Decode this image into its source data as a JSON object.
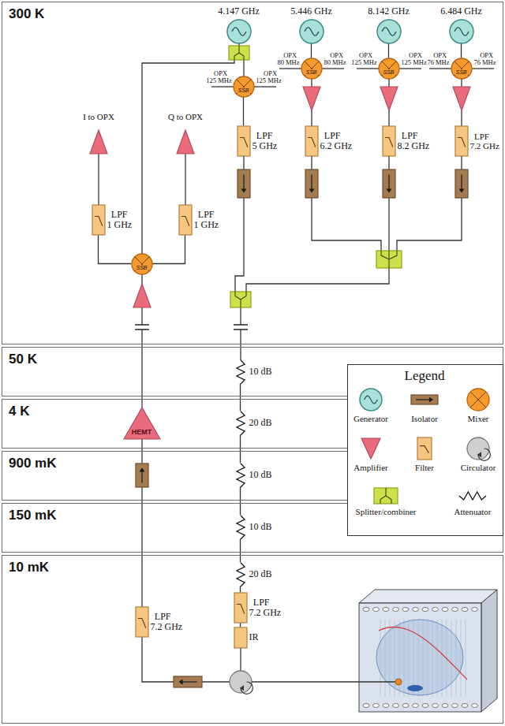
{
  "diagram": {
    "nodes": [
      {
        "text": [
          "300 K"
        ]
      },
      {
        "text": [
          "4.147 GHz"
        ],
        "in": 0
      },
      {
        "text": [
          "5.446 GHz"
        ],
        "in": 0
      },
      {
        "text": [
          "8.142 GHz"
        ],
        "in": 0
      },
      {
        "text": [
          "6.484 GHz"
        ],
        "in": 0
      },
      {
        "text": [
          "SSB"
        ],
        "in": 0
      },
      {
        "text": [
          "SSB"
        ],
        "in": 0
      },
      {
        "text": [
          "SSB"
        ],
        "in": 0
      },
      {
        "text": [
          "SSB"
        ],
        "in": 0
      },
      {
        "text": [
          "LPF 5 GHz"
        ],
        "in": 0
      },
      {
        "text": [
          "LPF 6.2 GHz"
        ],
        "in": 0
      },
      {
        "text": [
          "LPF 8.2 GHz"
        ],
        "in": 0
      },
      {
        "text": [
          "LPF 7.2 GHz"
        ],
        "in": 0
      },
      {
        "text": [
          "LPF 1 GHz"
        ],
        "in": 0
      },
      {
        "text": [
          "LPF 1 GHz"
        ],
        "in": 0
      },
      {
        "text": [
          "SSB"
        ],
        "in": 0
      },
      {
        "text": [
          "50 K"
        ]
      },
      {
        "text": [
          "10 dB"
        ],
        "in": 16
      },
      {
        "text": [
          "4 K"
        ]
      },
      {
        "text": [
          "20 dB"
        ],
        "in": 18
      },
      {
        "text": [
          "HEMT"
        ],
        "in": 18
      },
      {
        "text": [
          "900 mK"
        ]
      },
      {
        "text": [
          "10 dB"
        ],
        "in": 21
      },
      {
        "text": [
          "150 mK"
        ]
      },
      {
        "text": [
          "10 dB"
        ],
        "in": 23
      },
      {
        "text": [
          "10 mK"
        ]
      },
      {
        "text": [
          "20 dB"
        ],
        "in": 25
      },
      {
        "text": [
          "LPF 7.2 GHz"
        ],
        "in": 25
      },
      {
        "text": [
          "IR"
        ],
        "in": 25
      },
      {
        "text": [
          "LPF 7.2 GHz"
        ],
        "in": 25
      }
    ],
    "edges": [
      {
        "from": 2,
        "to": 5,
        "arrow": "none"
      },
      {
        "from": 3,
        "to": 6,
        "arrow": "none"
      },
      {
        "from": 4,
        "to": 7,
        "arrow": "none"
      },
      {
        "from": 8,
        "to": 9,
        "arrow": "none"
      },
      {
        "from": 15,
        "to": 13,
        "arrow": "none"
      },
      {
        "from": 15,
        "to": 14,
        "arrow": "none"
      },
      {
        "from": 17,
        "to": 19,
        "arrow": "none"
      },
      {
        "from": 19,
        "to": 22,
        "arrow": "none"
      },
      {
        "from": 22,
        "to": 24,
        "arrow": "none"
      },
      {
        "from": 24,
        "to": 26,
        "arrow": "none"
      },
      {
        "from": 26,
        "to": 27,
        "arrow": "none"
      },
      {
        "from": 27,
        "to": 28,
        "arrow": "none"
      }
    ],
    "labels": [
      "OPX 80 MHz",
      "OPX 80 MHz",
      "OPX 125 MHz",
      "OPX 125 MHz",
      "OPX 76 MHz",
      "OPX 76 MHz",
      "OPX 125 MHz",
      "OPX 125 MHz",
      "I to OPX",
      "Q to OPX",
      "Legend"
    ],
    "legend": [
      {
        "text": "Generator"
      },
      {
        "text": "Isolator"
      },
      {
        "text": "Mixer"
      },
      {
        "text": "Amplifier"
      },
      {
        "text": "Filter"
      },
      {
        "text": "Circulator"
      },
      {
        "text": "Splitter/combiner"
      },
      {
        "text": "Attenuator"
      }
    ]
  }
}
